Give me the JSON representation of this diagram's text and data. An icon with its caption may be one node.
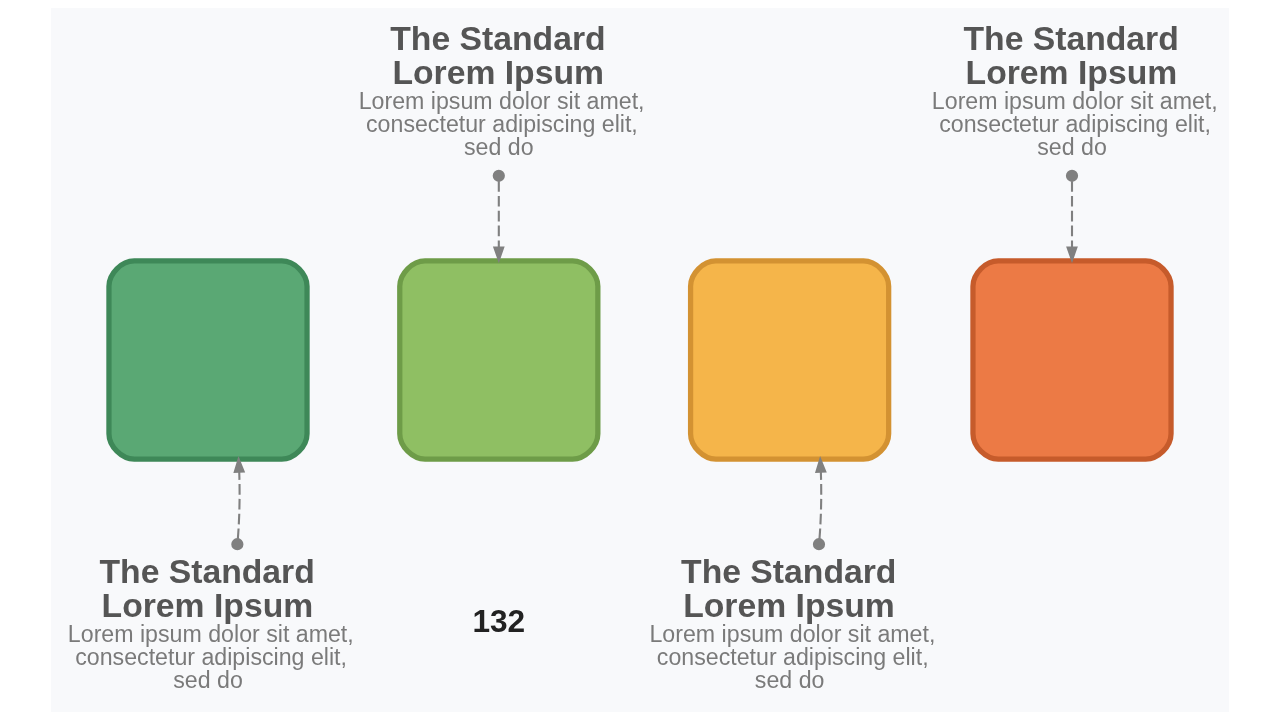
{
  "diagram": {
    "nodes": [
      {
        "text": [
          "The Standard Lorem Ipsum",
          "Lorem ipsum dolor sit amet, consectetur adipiscing elit, sed do"
        ]
      },
      {
        "text": [
          "The Standard Lorem Ipsum",
          "Lorem ipsum dolor sit amet, consectetur adipiscing elit, sed do"
        ]
      },
      {
        "text": [],
        "shape": "box"
      },
      {
        "text": [],
        "shape": "box"
      },
      {
        "text": [],
        "shape": "box"
      },
      {
        "text": [],
        "shape": "box"
      },
      {
        "text": [
          "The Standard Lorem Ipsum",
          "Lorem ipsum dolor sit amet, consectetur adipiscing elit, sed do"
        ]
      },
      {
        "text": [
          "The Standard Lorem Ipsum",
          "Lorem ipsum dolor sit amet, consectetur adipiscing elit, sed do"
        ]
      }
    ],
    "edges": [
      {
        "from": 0,
        "to": 3,
        "arrow": "to",
        "style": "dashed"
      },
      {
        "from": 1,
        "to": 5,
        "arrow": "to",
        "style": "dashed"
      },
      {
        "from": 6,
        "to": 2,
        "arrow": "to",
        "style": "dashed"
      },
      {
        "from": 7,
        "to": 4,
        "arrow": "to",
        "style": "dashed"
      }
    ],
    "labels": [
      "132"
    ]
  }
}
